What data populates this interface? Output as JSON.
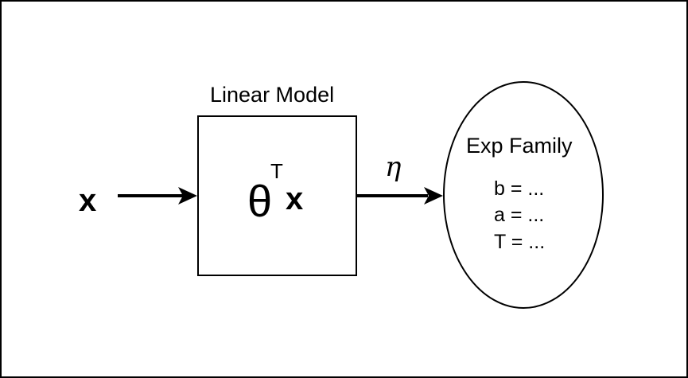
{
  "input": {
    "label": "x"
  },
  "linear_model": {
    "title": "Linear Model",
    "formula": {
      "theta": "θ",
      "superscript": "T",
      "variable": "x"
    }
  },
  "link": {
    "label": "η"
  },
  "exp_family": {
    "title": "Exp Family",
    "params": [
      "b = ...",
      "a = ...",
      "T = ..."
    ]
  },
  "colors": {
    "stroke": "#000000",
    "background": "#ffffff"
  }
}
